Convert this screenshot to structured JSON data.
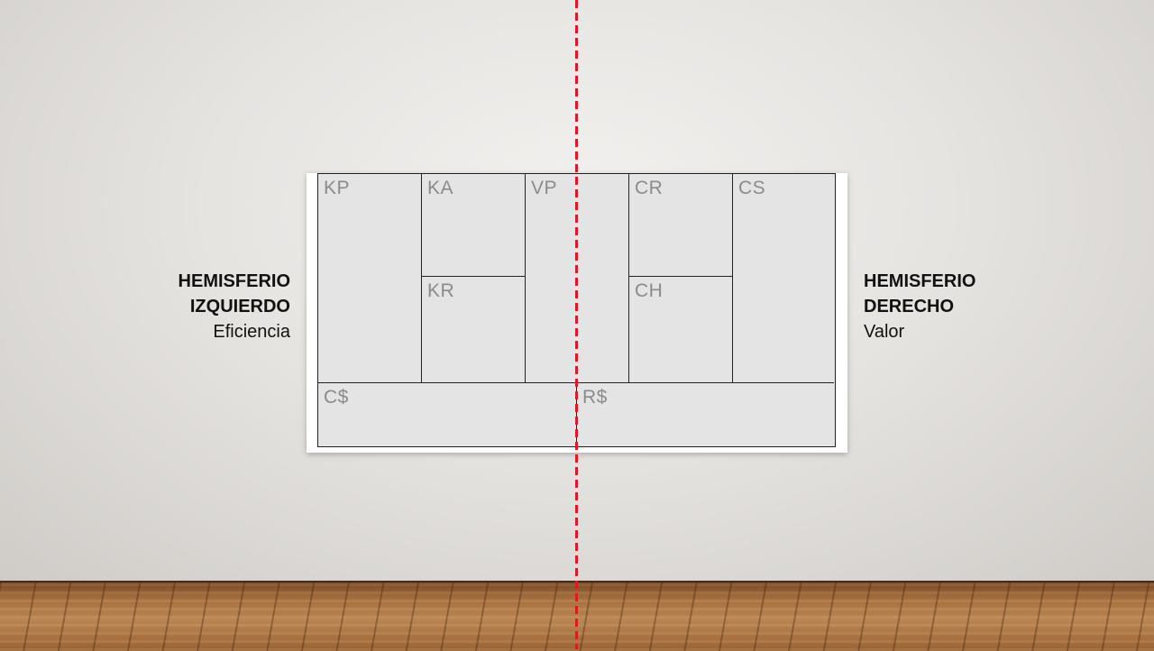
{
  "canvas": {
    "cells": {
      "kp": "KP",
      "ka": "KA",
      "kr": "KR",
      "vp": "VP",
      "cr": "CR",
      "ch": "CH",
      "cs": "CS",
      "cost": "C$",
      "revenue": "R$"
    }
  },
  "left": {
    "title_line1": "HEMISFERIO",
    "title_line2": "IZQUIERDO",
    "subtitle": "Eficiencia"
  },
  "right": {
    "title_line1": "HEMISFERIO",
    "title_line2": "DERECHO",
    "subtitle": "Valor"
  },
  "colors": {
    "divider": "#e0191a",
    "cell_bg": "#e5e4e4",
    "label": "#8b8b8b"
  }
}
